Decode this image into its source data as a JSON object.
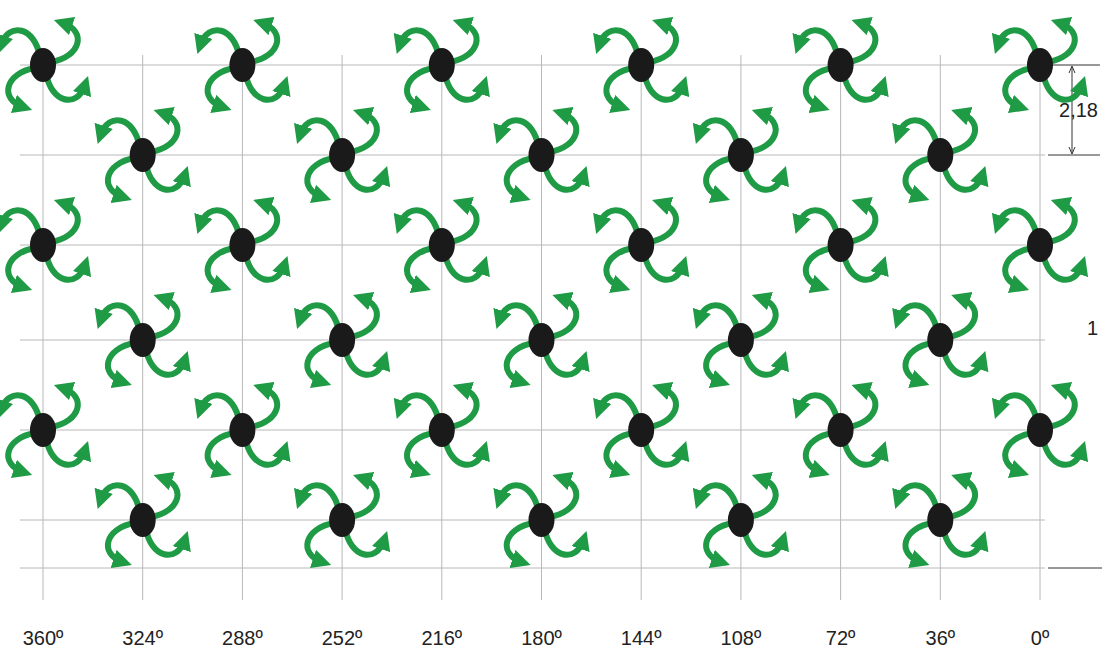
{
  "diagram": {
    "labels": [
      "2,18",
      "1",
      "360º",
      "324º",
      "288º",
      "252º",
      "216º",
      "180º",
      "144º",
      "108º",
      "72º",
      "36º",
      "0º"
    ]
  }
}
